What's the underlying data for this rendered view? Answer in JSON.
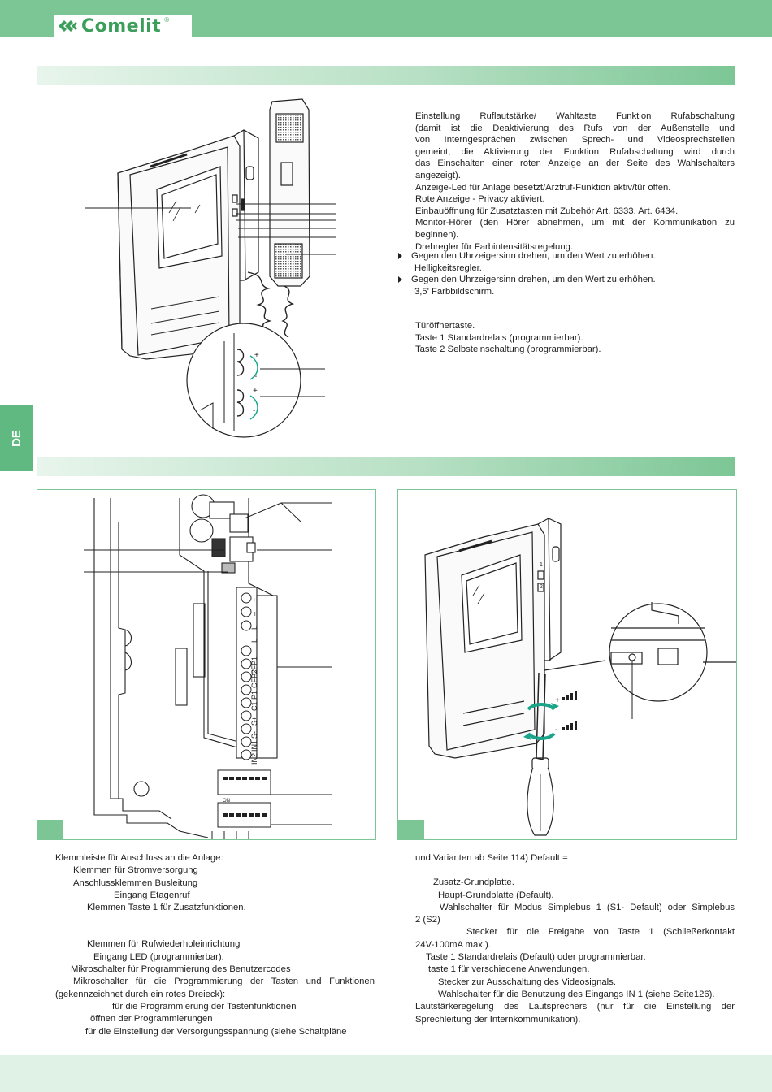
{
  "header": {
    "brand": "Comelit",
    "registered_mark": "®"
  },
  "side_tab": {
    "label": "DE"
  },
  "top_description": {
    "lines": [
      "Einstellung Ruflautstärke/ Wahltaste Funktion Rufabschaltung",
      "(damit ist die Deaktivierung des Rufs von der Außenstelle und",
      "von Interngesprächen zwischen Sprech- und Videosprechstellen",
      "gemeint; die Aktivierung der Funktion Rufabschaltung wird durch",
      "das Einschalten einer roten Anzeige an der Seite des Wahlschalters",
      "angezeigt).",
      "Anzeige-Led für Anlage besetzt/Arztruf-Funktion aktiv/tür offen.",
      "Rote Anzeige - Privacy aktiviert.",
      "Einbauöffnung für Zusatztasten mit Zubehör Art. 6333, Art. 6434.",
      "Monitor-Hörer (den Hörer abnehmen, um mit der Kommunikation zu",
      "beginnen).",
      "Drehregler für Farbintensitätsregelung.",
      "Gegen den Uhrzeigersinn drehen, um den Wert zu erhöhen.",
      "Helligkeitsregler.",
      "Gegen den Uhrzeigersinn drehen, um den Wert zu erhöhen.",
      "3,5' Farbbildschirm."
    ],
    "button_lines": [
      "Türöffnertaste.",
      "Taste 1 Standardrelais (programmierbar).",
      "Taste 2 Selbsteinschaltung (programmierbar)."
    ]
  },
  "left_figure": {
    "terminal_labels": [
      "+",
      "–",
      "L",
      "L",
      "CFP1",
      "CFP2",
      "P1",
      "C1",
      "S+",
      "S-",
      "IN1",
      "IN2"
    ],
    "dip_label": "ON"
  },
  "right_figure": {
    "button_labels": [
      "1",
      "2"
    ]
  },
  "left_column": {
    "lines": [
      "Klemmleiste für Anschluss an die Anlage:",
      "Klemmen für Stromversorgung",
      "Anschlussklemmen Busleitung",
      "Eingang Etagenruf",
      "Klemmen Taste 1 für Zusatzfunktionen.",
      "Klemmen für Rufwiederholeinrichtung",
      "Eingang LED (programmierbar).",
      "Mikroschalter für Programmierung des Benutzercodes",
      "Mikroschalter für die Programmierung der Tasten und Funktionen",
      "(gekennzeichnet durch ein rotes Dreieck):",
      "für die Programmierung der Tastenfunktionen",
      "öffnen der Programmierungen",
      "für die Einstellung der Versorgungsspannung (siehe Schaltpläne"
    ]
  },
  "right_column": {
    "lines": [
      "und Varianten ab Seite 114) Default =",
      "Zusatz-Grundplatte.",
      "Haupt-Grundplatte (Default).",
      "Wahlschalter für Modus Simplebus 1 (S1- Default) oder Simplebus",
      "2 (S2)",
      "Stecker für die Freigabe von Taste 1 (Schließerkontakt",
      "24V-100mA max.).",
      "Taste 1 Standardrelais (Default) oder programmierbar.",
      "taste 1 für verschiedene Anwendungen.",
      "Stecker zur Ausschaltung des Videosignals.",
      "Wahlschalter für die Benutzung des Eingangs IN 1 (siehe Seite126).",
      "Lautstärkeregelung des Lautsprechers (nur für die Einstellung der",
      "Sprechleitung der Internkommunikation)."
    ]
  },
  "colors": {
    "brand_green": "#7cc695",
    "logo_green": "#3b9e5a",
    "tab_green": "#5fb980",
    "arrow_teal": "#1aa58a"
  }
}
